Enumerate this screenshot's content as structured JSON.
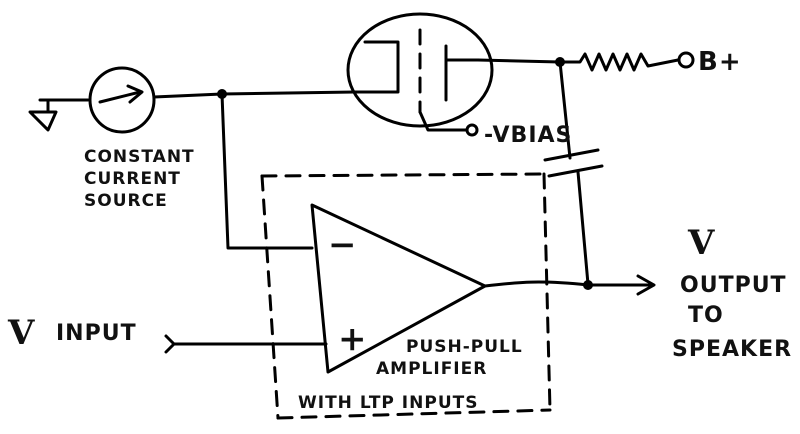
{
  "labels": {
    "b_plus": "B+",
    "v_bias": "-VBIAS",
    "current_source_line1": "CONSTANT",
    "current_source_line2": "CURRENT",
    "current_source_line3": "SOURCE",
    "input_v": "V",
    "input_text": "INPUT",
    "output_v": "V",
    "output_line1": "OUTPUT",
    "output_line2": "TO",
    "output_line3": "SPEAKER",
    "amp_line1": "PUSH-PULL",
    "amp_line2": "AMPLIFIER",
    "amp_line3": "WITH LTP INPUTS",
    "minus_sign": "−",
    "plus_sign": "+"
  }
}
